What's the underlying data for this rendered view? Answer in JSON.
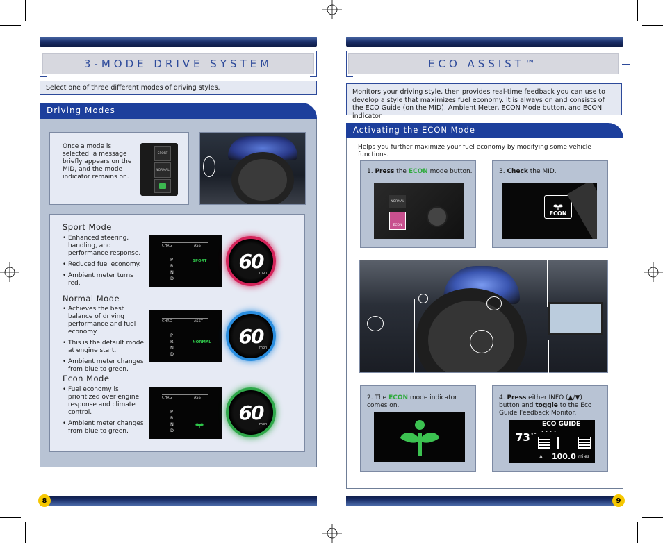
{
  "left": {
    "title": "3-MODE DRIVE SYSTEM",
    "description": "Select one of three different modes of driving styles.",
    "section_tab": "Driving Modes",
    "intro": "Once a mode is selected, a message briefly appears on the MID, and the mode indicator remains on.",
    "button_labels": {
      "sport": "SPORT",
      "normal": "NORMAL"
    },
    "modes": [
      {
        "title": "Sport Mode",
        "bullets": [
          "Enhanced steering, handling, and performance response.",
          "Reduced fuel economy.",
          "Ambient meter turns red."
        ],
        "indicator": "SPORT",
        "color": "#d4245a"
      },
      {
        "title": "Normal Mode",
        "bullets": [
          "Achieves the best balance of driving performance and fuel economy.",
          "This is the default mode at engine start.",
          "Ambient meter changes from blue to green."
        ],
        "indicator": "NORMAL",
        "color": "#2a8ee0"
      },
      {
        "title": "Econ Mode",
        "bullets": [
          "Fuel economy is prioritized over engine response and climate control.",
          "Ambient meter changes from blue to green."
        ],
        "indicator": "",
        "color": "#2fa84a"
      }
    ],
    "mid": {
      "chrg": "CHRG",
      "asst": "ASST",
      "gears": [
        "P",
        "R",
        "N",
        "D"
      ]
    },
    "gauge": {
      "speed": "60",
      "unit": "mph"
    },
    "page_number": "8"
  },
  "right": {
    "title": "ECO ASSIST™",
    "description": "Monitors your driving style, then provides real-time feedback you can use to develop a style that maximizes fuel economy. It is always on and consists of the ECO Guide (on the MID),  Ambient Meter, ECON Mode button, and ECON indicator.",
    "section_tab": "Activating the ECON Mode",
    "intro": "Helps you further maximize your fuel economy by modifying some vehicle functions.",
    "steps": {
      "s1": {
        "num": "1. ",
        "verb": "Press",
        "mid": " the ",
        "key": "ECON",
        "rest": " mode button."
      },
      "s2": {
        "num": "2. The ",
        "key": "ECON",
        "rest": " mode indicator comes on."
      },
      "s3": {
        "num": "3. ",
        "verb": "Check",
        "rest": " the MID."
      },
      "s4": {
        "num": "4. ",
        "verb": "Press",
        "mid": " either INFO (▲/▼) button and ",
        "verb2": "toggle",
        "rest": " to the Eco Guide Feedback Monitor."
      }
    },
    "button_labels": {
      "normal": "NORMAL",
      "econ": "ECON"
    },
    "econ_screen_label": "ECON",
    "eco_guide": {
      "title": "ECO GUIDE",
      "temp": "73",
      "temp_unit": "°F",
      "trip": "A",
      "distance": "100.0",
      "dist_unit": "miles"
    },
    "page_number": "9"
  },
  "colors": {
    "accent": "#1d3f9c",
    "title_text": "#2d4a9a",
    "econ_green": "#2eaa3c",
    "panel": "#b8c3d4",
    "page_badge": "#f6c700"
  }
}
